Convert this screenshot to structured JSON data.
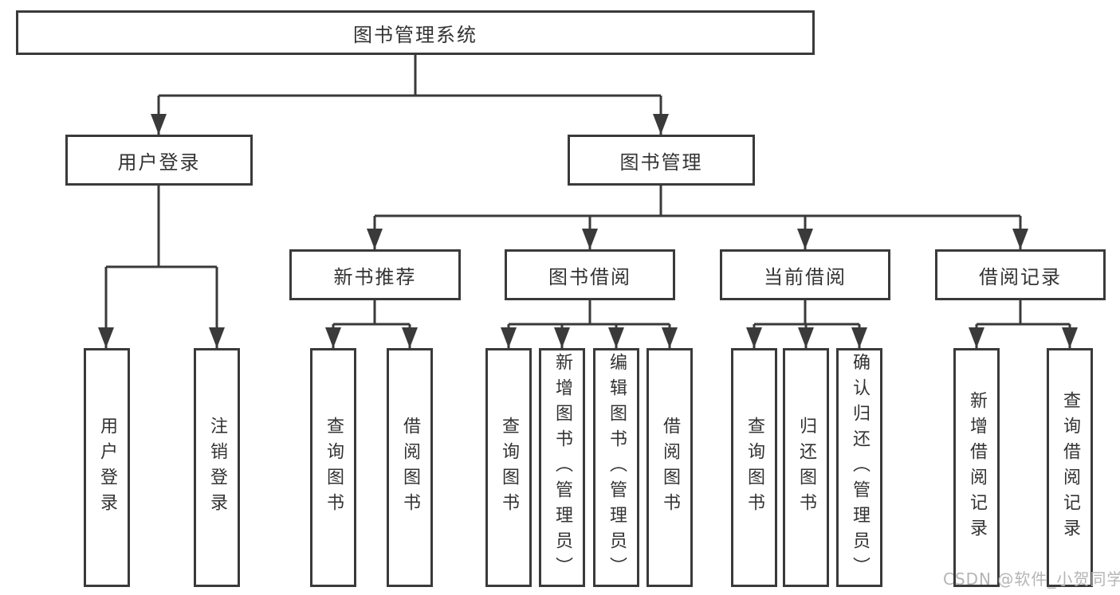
{
  "tree": {
    "root": {
      "label": "图书管理系统"
    },
    "branches": [
      {
        "label": "用户登录",
        "children": [
          {
            "label": "用户登录"
          },
          {
            "label": "注销登录"
          }
        ]
      },
      {
        "label": "图书管理",
        "children": [
          {
            "label": "新书推荐",
            "children": [
              {
                "label": "查询图书"
              },
              {
                "label": "借阅图书"
              }
            ]
          },
          {
            "label": "图书借阅",
            "children": [
              {
                "label": "查询图书"
              },
              {
                "label": "新增图书（管理员）"
              },
              {
                "label": "编辑图书（管理员）"
              },
              {
                "label": "借阅图书"
              }
            ]
          },
          {
            "label": "当前借阅",
            "children": [
              {
                "label": "查询图书"
              },
              {
                "label": "归还图书"
              },
              {
                "label": "确认归还（管理员）"
              }
            ]
          },
          {
            "label": "借阅记录",
            "children": [
              {
                "label": "新增借阅记录"
              },
              {
                "label": "查询借阅记录"
              }
            ]
          }
        ]
      }
    ]
  },
  "watermark": {
    "text": "CSDN @软件_小贺同学"
  },
  "colors": {
    "line": "#3a3a3a",
    "box_border": "#3a3a3a",
    "text": "#333333",
    "watermark": "#b5b5b5",
    "background": "#ffffff"
  }
}
